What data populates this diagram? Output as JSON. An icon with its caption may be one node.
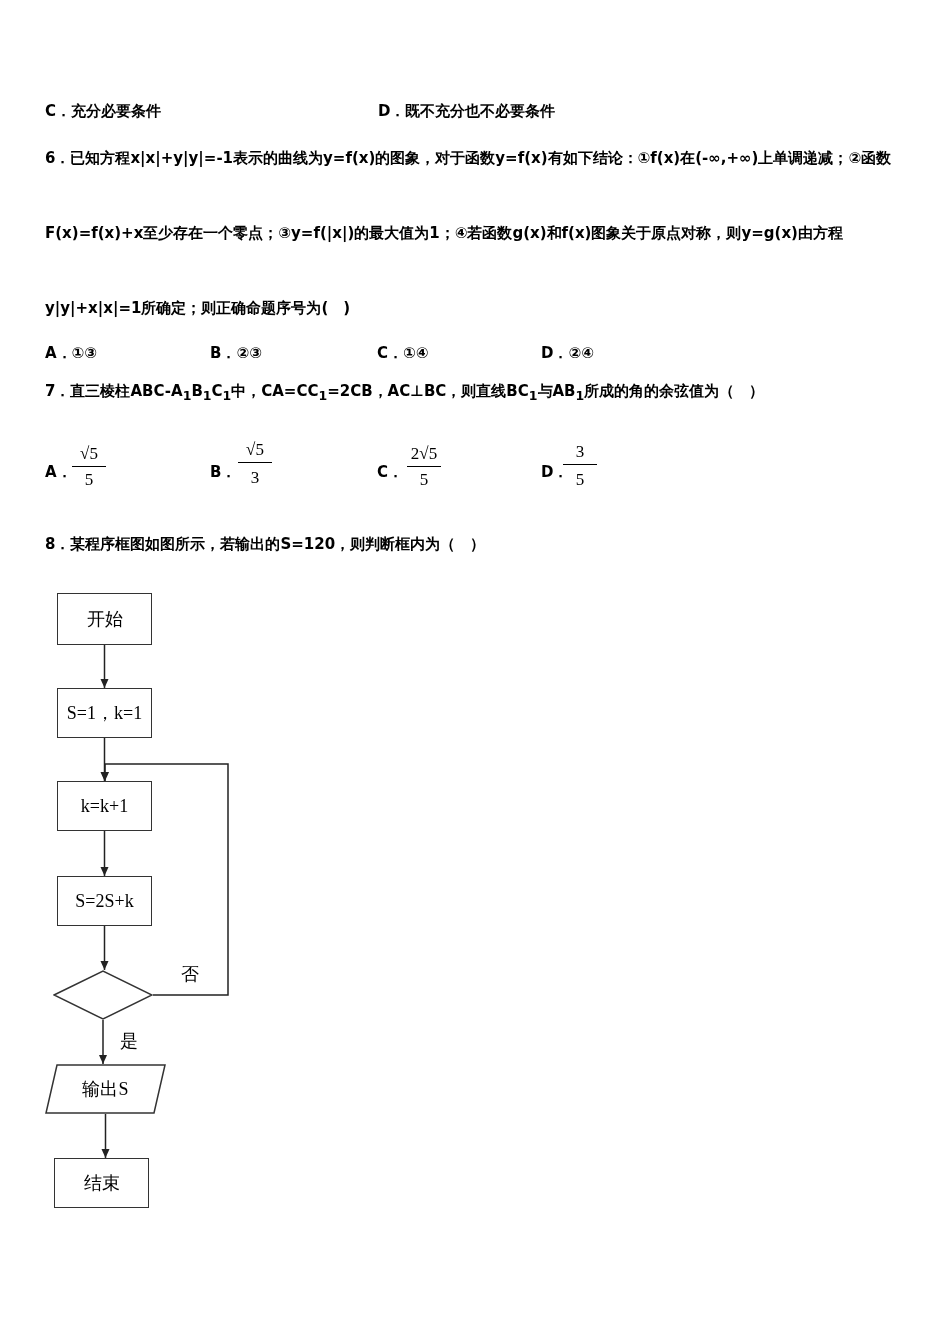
{
  "diagram": {
    "nodes": [
      {
        "text": [
          "开始"
        ]
      },
      {
        "text": [
          "S=1，k=1"
        ]
      },
      {
        "text": [
          "k=k+1"
        ]
      },
      {
        "text": [
          "S=2S+k"
        ]
      },
      {
        "text": [],
        "shape": "diamond"
      },
      {
        "text": [
          "输出S"
        ]
      },
      {
        "text": [
          "结束"
        ]
      }
    ],
    "edges": [
      {
        "from": 0,
        "to": 1,
        "arrow": "to"
      },
      {
        "from": 1,
        "to": 2,
        "arrow": "to"
      },
      {
        "from": 2,
        "to": 3,
        "arrow": "to"
      },
      {
        "from": 3,
        "to": 4,
        "arrow": "to"
      },
      {
        "from": 4,
        "to": 2,
        "arrow": "to",
        "label": "否"
      },
      {
        "from": 4,
        "to": 5,
        "arrow": "to",
        "label": "是"
      },
      {
        "from": 5,
        "to": 6,
        "arrow": "to"
      }
    ],
    "labels": [
      "C．充分必要条件",
      "D．既不充分也不必要条件",
      "6．已知方程x|x|+y|y|=-1表示的曲线为y=f(x)的图象，对于函数y=f(x)有如下结论：①f(x)在(-∞,+∞)上单调递减；②函数F(x)=f(x)+x至少存在一个零点；③y=f(|x|)的最大值为1；④若函数g(x)和f(x)图象关于原点对称，则y=g(x)由方程y|y|+x|x|=1所确定；则正确命题序号为(　)",
      "A．①③",
      "B．②③",
      "C．①④",
      "D．②④",
      "7．直三棱柱ABC-A$_{1}$B$_{1}$C$_{1}$中，CA=CC$_{1}$=2CB，AC⊥BC，则直线BC$_{1}$与AB$_{1}$所成的角的余弦值为（　）",
      "A．",
      "√5",
      "5",
      "B．",
      "√5",
      "3",
      "C．",
      "2√5",
      "5",
      "D．",
      "3",
      "5",
      "8．某程序框图如图所示，若输出的S=120，则判断框内为（　）"
    ]
  }
}
